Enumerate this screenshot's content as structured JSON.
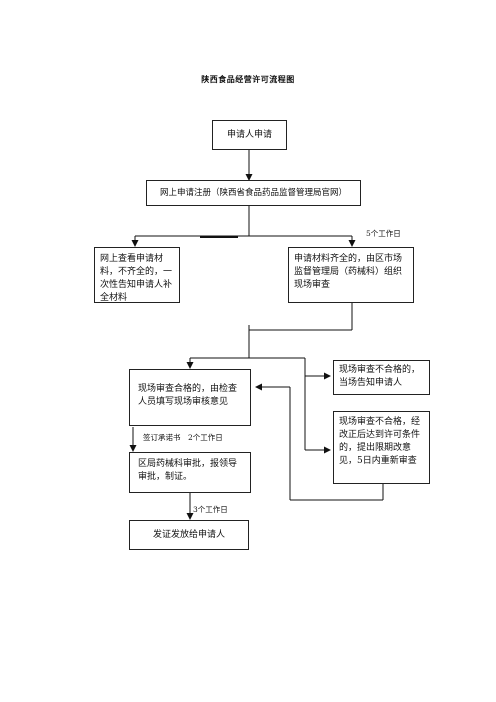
{
  "title": "陕西食品经营许可流程图",
  "nodes": {
    "applicant": "申请人申请",
    "online_register": "网上申请注册（陕西省食品药品监督管理局官网）",
    "incomplete": "网上查看申请材料，不齐全的，一次性告知申请人补全材料",
    "complete": "申请材料齐全的，由区市场监督管理局（药械科）组织现场审查",
    "onsite_pass": "现场审查合格的，由检查人员填写现场审核意见",
    "onsite_fail_notify": "现场审查不合格的，当场告知申请人",
    "onsite_fail_recheck": "现场审查不合格，经改正后达到许可条件的，提出限期改意见，5日内重新审查",
    "review": "区局药械科审批，报领导审批，制证。",
    "issue": "发证发放给申请人"
  },
  "labels": {
    "five_days": "5个工作日",
    "sign_commitment": "签订承诺书",
    "two_days": "2个工作日",
    "three_days": "3个工作日"
  }
}
